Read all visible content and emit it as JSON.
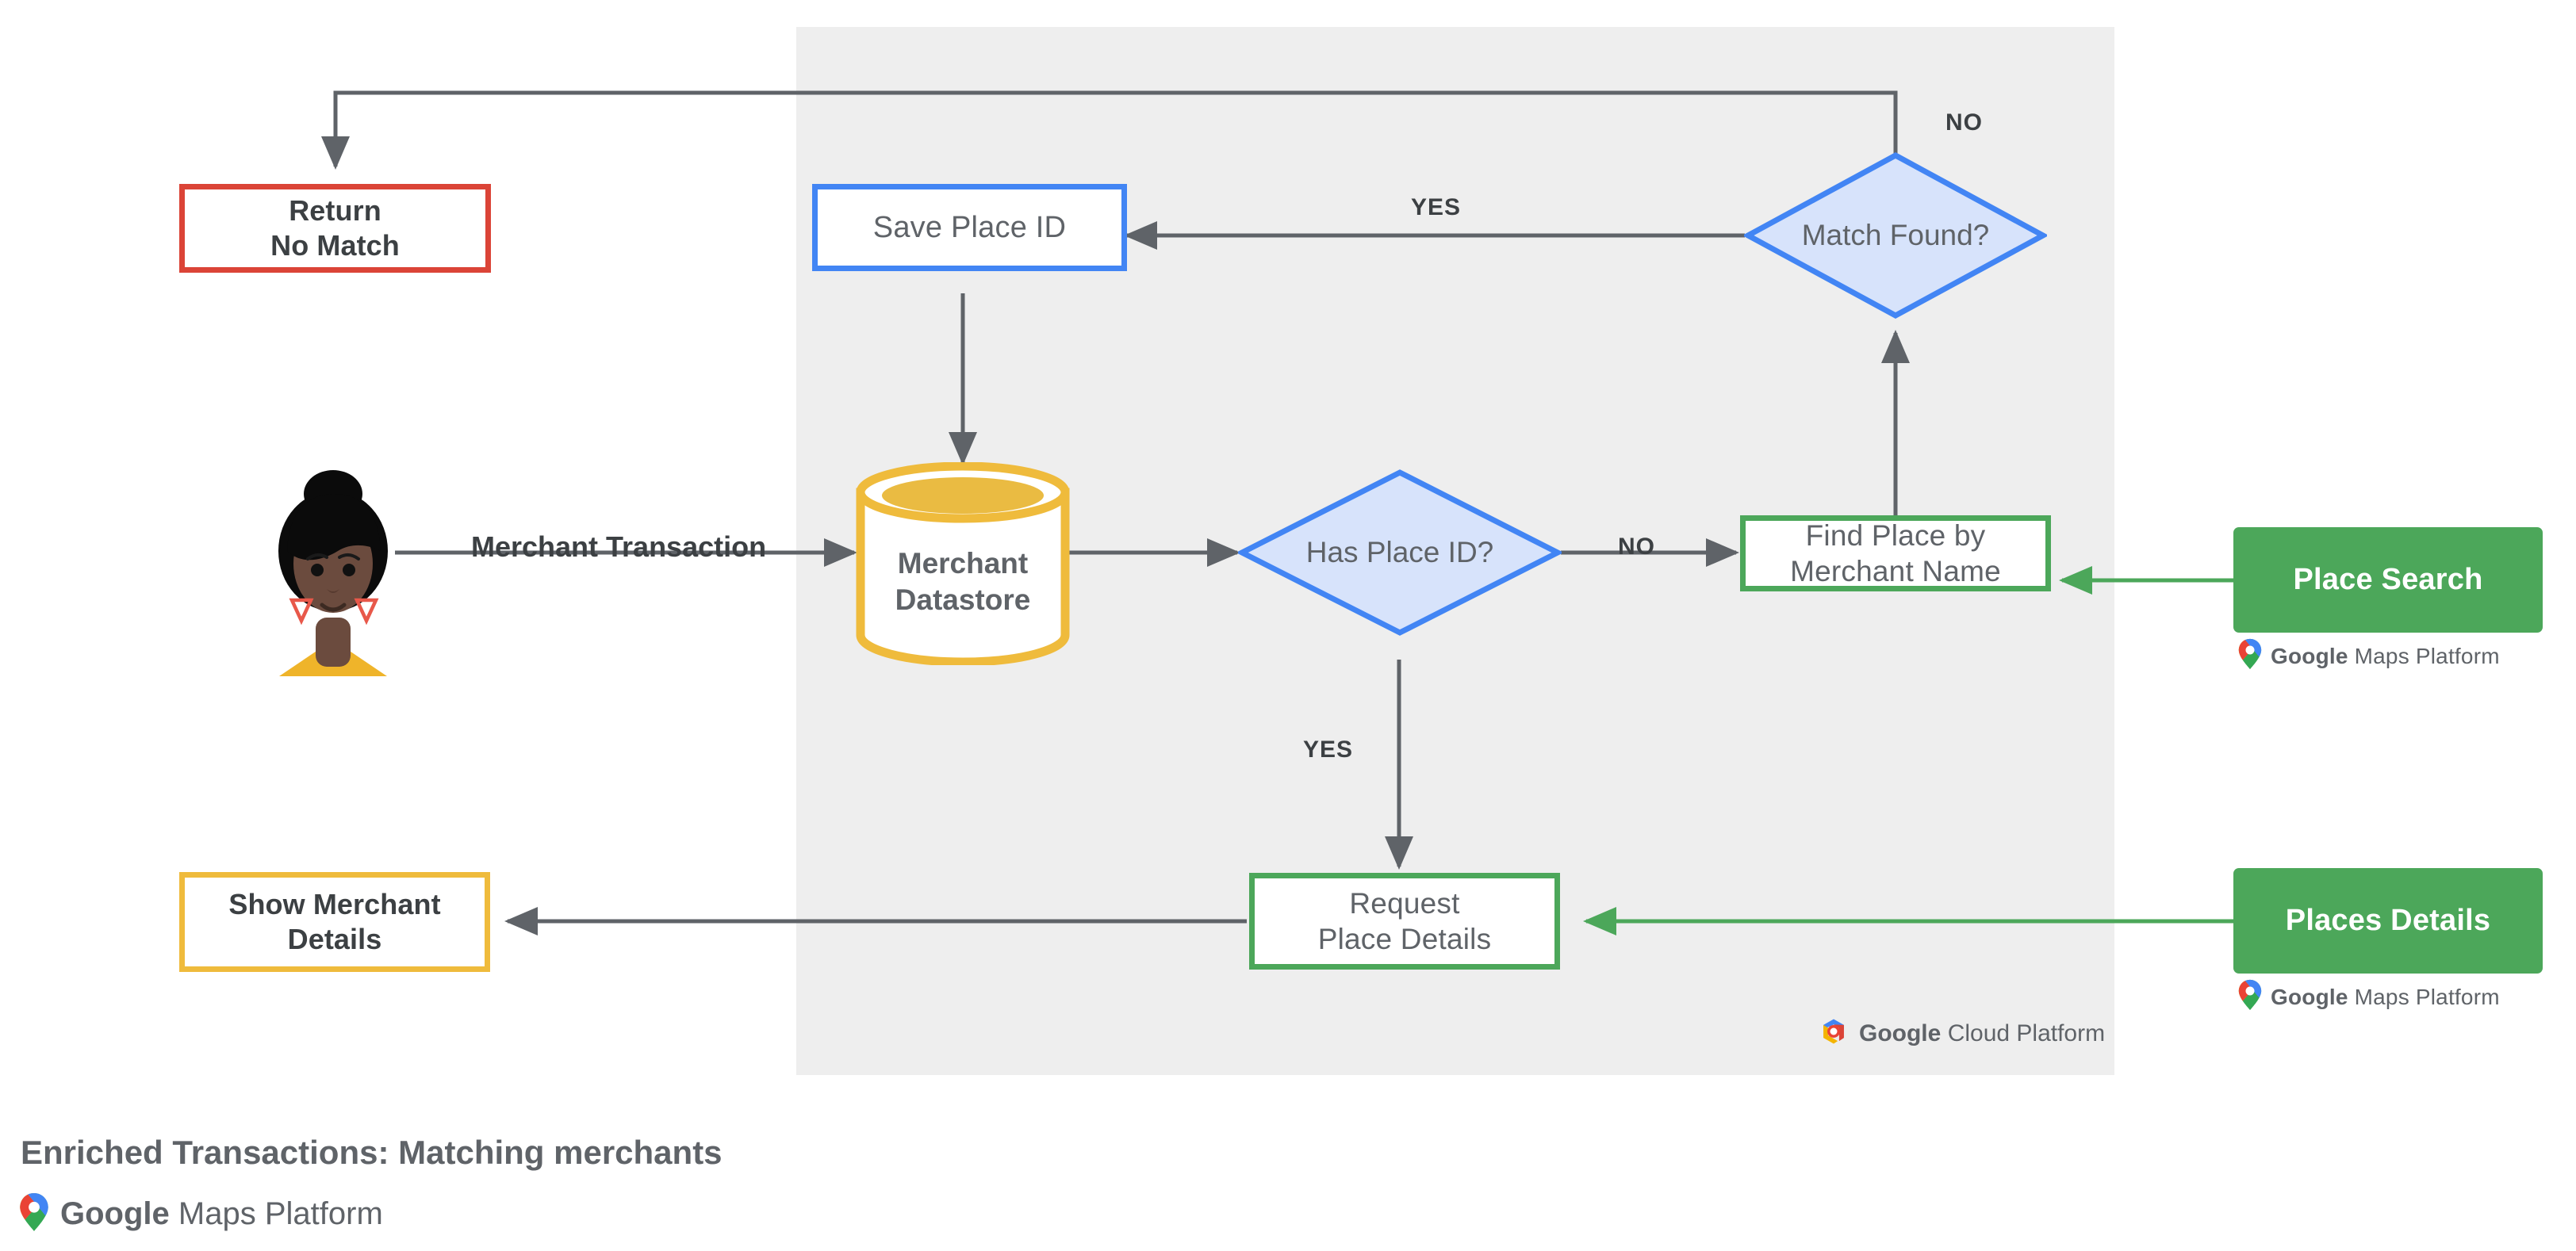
{
  "diagram": {
    "caption": "Enriched Transactions: Matching merchants",
    "panel_name": "Google Cloud Platform",
    "colors": {
      "panel_bg": "#eeeeee",
      "red": "#DB4437",
      "blue": "#4285F4",
      "blue_fill": "#D7E3FB",
      "green": "#4CA75A",
      "amber": "#EFBB3C",
      "line": "#5F6368",
      "text": "#5F6368"
    }
  },
  "nodes": {
    "return_no_match": {
      "line1": "Return",
      "line2": "No Match"
    },
    "save_place_id": {
      "label": "Save Place ID"
    },
    "match_found": {
      "line1": "Match",
      "line2": "Found?"
    },
    "merchant_datastore": {
      "line1": "Merchant",
      "line2": "Datastore"
    },
    "has_place_id": {
      "line1": "Has",
      "line2": "Place ID?"
    },
    "find_place": {
      "line1": "Find Place by",
      "line2": "Merchant Name"
    },
    "request_place_details": {
      "line1": "Request",
      "line2": "Place Details"
    },
    "show_merchant_details": {
      "line1": "Show Merchant",
      "line2": "Details"
    },
    "place_search_button": {
      "label": "Place Search"
    },
    "places_details_button": {
      "label": "Places Details"
    }
  },
  "edge_labels": {
    "merchant_transaction": "Merchant Transaction",
    "match_found_no": "NO",
    "match_found_yes": "YES",
    "has_place_id_no": "NO",
    "has_place_id_yes": "YES"
  },
  "lockups": {
    "maps_brand": "Google",
    "maps_product": "Maps Platform",
    "cloud_brand": "Google",
    "cloud_product": "Cloud Platform"
  },
  "icons": {
    "maps_pin": "google-maps-pin-icon",
    "cloud_hex": "google-cloud-hexagon-icon",
    "avatar": "user-avatar-illustration"
  }
}
